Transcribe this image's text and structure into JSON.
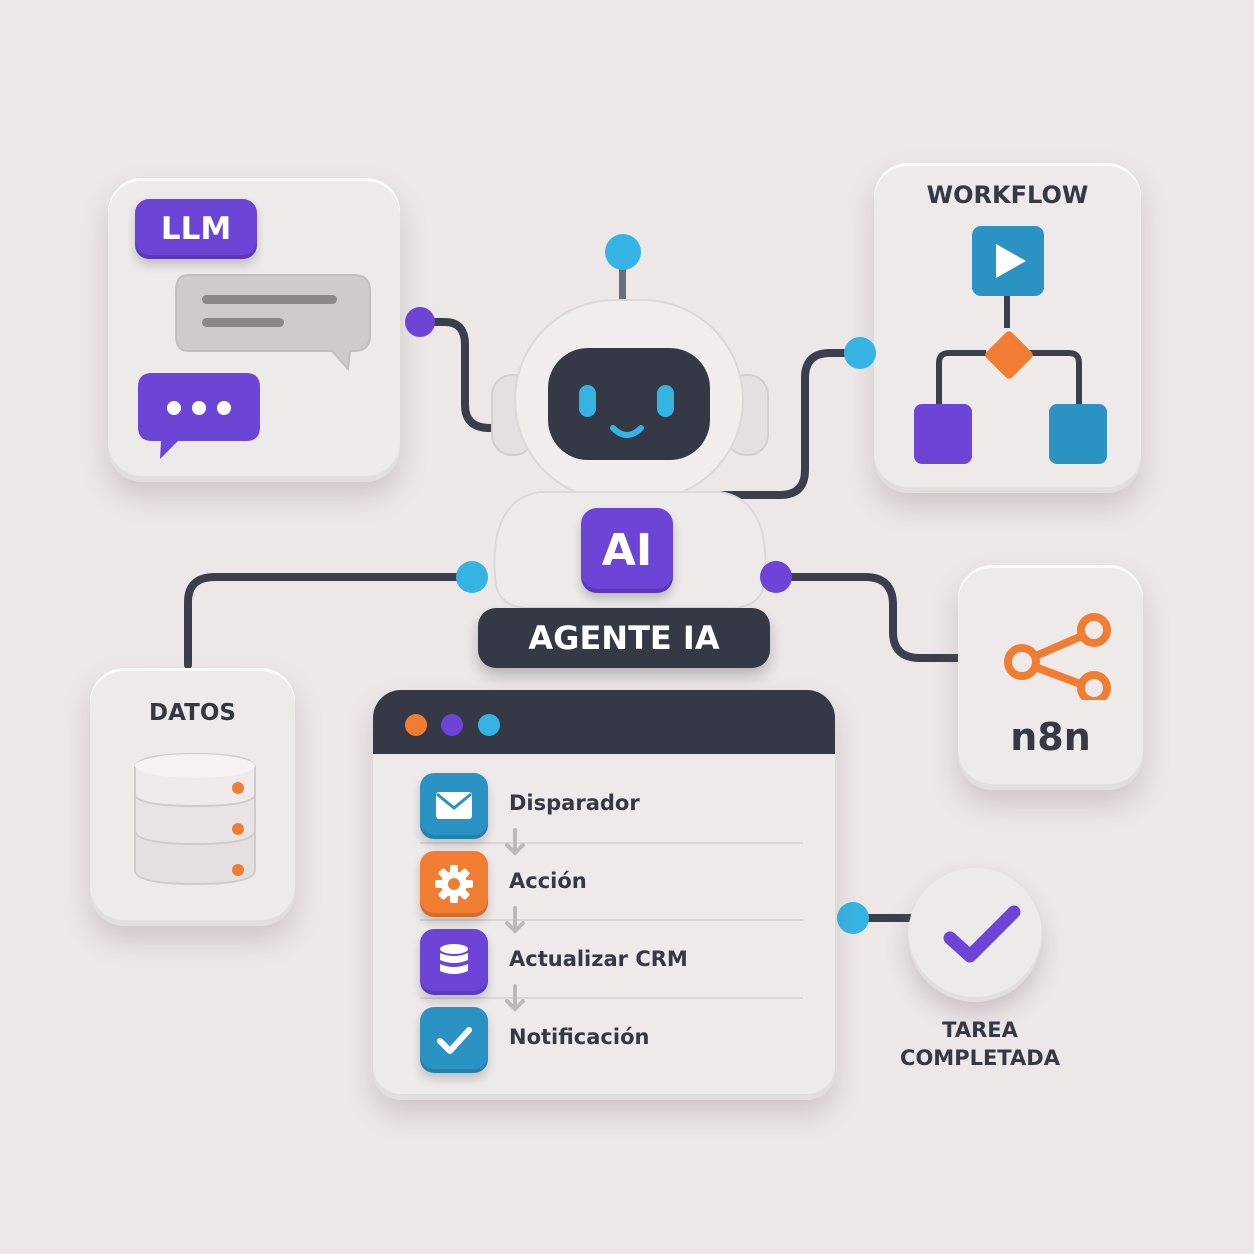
{
  "llm_card": {
    "badge": "LLM"
  },
  "workflow_card": {
    "title": "WORKFLOW"
  },
  "agent": {
    "chest_badge": "AI",
    "name_label": "AGENTE IA"
  },
  "data_card": {
    "title": "DATOS"
  },
  "n8n_card": {
    "label": "n8n"
  },
  "workflow_window": {
    "steps": [
      {
        "label": "Disparador",
        "icon": "envelope-icon",
        "color": "#2a93c4"
      },
      {
        "label": "Acción",
        "icon": "gear-icon",
        "color": "#f07d32"
      },
      {
        "label": "Actualizar CRM",
        "icon": "database-icon",
        "color": "#6c44d6"
      },
      {
        "label": "Notificación",
        "icon": "checkmark-icon",
        "color": "#2a93c4"
      }
    ]
  },
  "task_done": {
    "label_line1": "TAREA",
    "label_line2": "COMPLETADA"
  },
  "colors": {
    "purple": "#6c44d6",
    "blue": "#2a93c4",
    "orange": "#f07d32",
    "dark": "#353845",
    "cyan": "#35b4e3"
  }
}
